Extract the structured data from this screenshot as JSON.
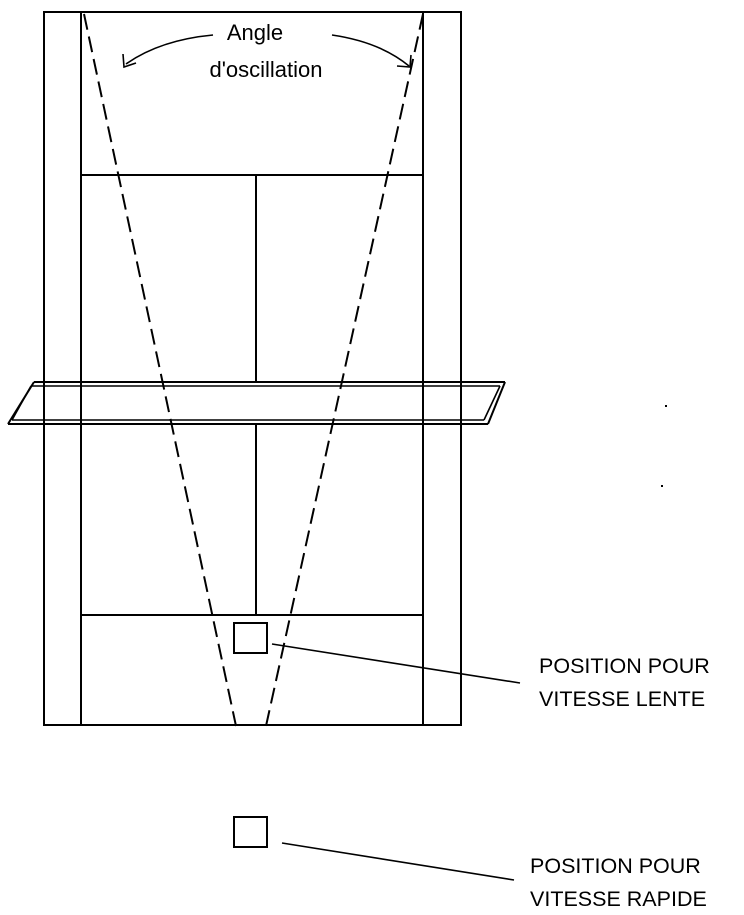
{
  "angle_label": {
    "line1": "Angle",
    "line2": "d'oscillation"
  },
  "positions": {
    "slow": {
      "line1": "POSITION POUR",
      "line2": "VITESSE LENTE"
    },
    "fast": {
      "line1": "POSITION POUR",
      "line2": "VITESSE RAPIDE"
    }
  }
}
